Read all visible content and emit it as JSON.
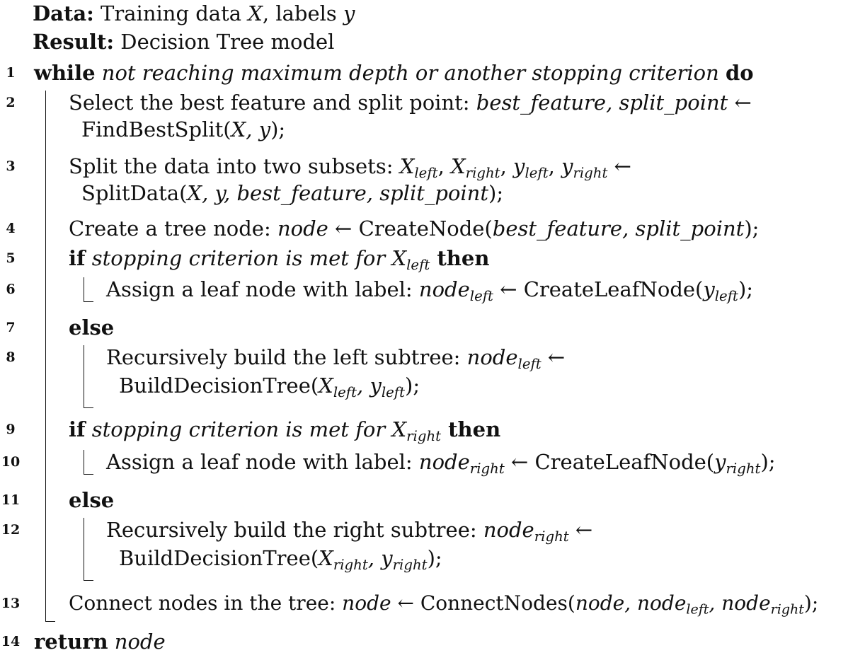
{
  "header": {
    "data_label": "Data:",
    "data_text_1": " Training data ",
    "data_X": "X",
    "data_text_2": ", labels ",
    "data_y": "y",
    "result_label": "Result:",
    "result_text": " Decision Tree model"
  },
  "lines": {
    "l1": {
      "num": "1",
      "kw1": "while",
      "cond": " not reaching maximum depth or another stopping criterion ",
      "kw2": "do"
    },
    "l2": {
      "num": "2",
      "a": "Select the best feature and split point: ",
      "b": "best_feature, split_point",
      "c": " ←",
      "d": "FindBestSplit(",
      "e": "X, y",
      "f": ");"
    },
    "l3": {
      "num": "3",
      "a": "Split the data into two subsets: ",
      "b": "X",
      "b_sub": "left",
      "c": ", ",
      "d": "X",
      "d_sub": "right",
      "e": ", ",
      "f": "y",
      "f_sub": "left",
      "g": ", ",
      "h": "y",
      "h_sub": "right",
      "i": " ←",
      "j": "SplitData(",
      "k": "X, y, best_feature, split_point",
      "l": ");"
    },
    "l4": {
      "num": "4",
      "a": "Create a tree node: ",
      "b": "node",
      "c": " ← CreateNode(",
      "d": "best_feature, split_point",
      "e": ");"
    },
    "l5": {
      "num": "5",
      "kw1": "if",
      "cond": " stopping criterion is met for ",
      "X": "X",
      "X_sub": "left",
      "kw2": " then"
    },
    "l6": {
      "num": "6",
      "a": "Assign a leaf node with label: ",
      "b": "node",
      "b_sub": "left",
      "c": " ← CreateLeafNode(",
      "d": "y",
      "d_sub": "left",
      "e": ");"
    },
    "l7": {
      "num": "7",
      "kw": "else"
    },
    "l8": {
      "num": "8",
      "a": "Recursively build the left subtree: ",
      "b": "node",
      "b_sub": "left",
      "c": " ←",
      "d": "BuildDecisionTree(",
      "e": "X",
      "e_sub": "left",
      "f": ", ",
      "g": "y",
      "g_sub": "left",
      "h": ");"
    },
    "l9": {
      "num": "9",
      "kw1": "if",
      "cond": " stopping criterion is met for ",
      "X": "X",
      "X_sub": "right",
      "kw2": " then"
    },
    "l10": {
      "num": "10",
      "a": "Assign a leaf node with label: ",
      "b": "node",
      "b_sub": "right",
      "c": " ← CreateLeafNode(",
      "d": "y",
      "d_sub": "right",
      "e": ");"
    },
    "l11": {
      "num": "11",
      "kw": "else"
    },
    "l12": {
      "num": "12",
      "a": "Recursively build the right subtree: ",
      "b": "node",
      "b_sub": "right",
      "c": " ←",
      "d": "BuildDecisionTree(",
      "e": "X",
      "e_sub": "right",
      "f": ", ",
      "g": "y",
      "g_sub": "right",
      "h": ");"
    },
    "l13": {
      "num": "13",
      "a": "Connect nodes in the tree: ",
      "b": "node",
      "c": " ← ConnectNodes(",
      "d": "node, node",
      "d_sub": "left",
      "e": ", node",
      "e_sub": "right",
      "f": ");"
    },
    "l14": {
      "num": "14",
      "kw": "return",
      "val": " node"
    }
  }
}
